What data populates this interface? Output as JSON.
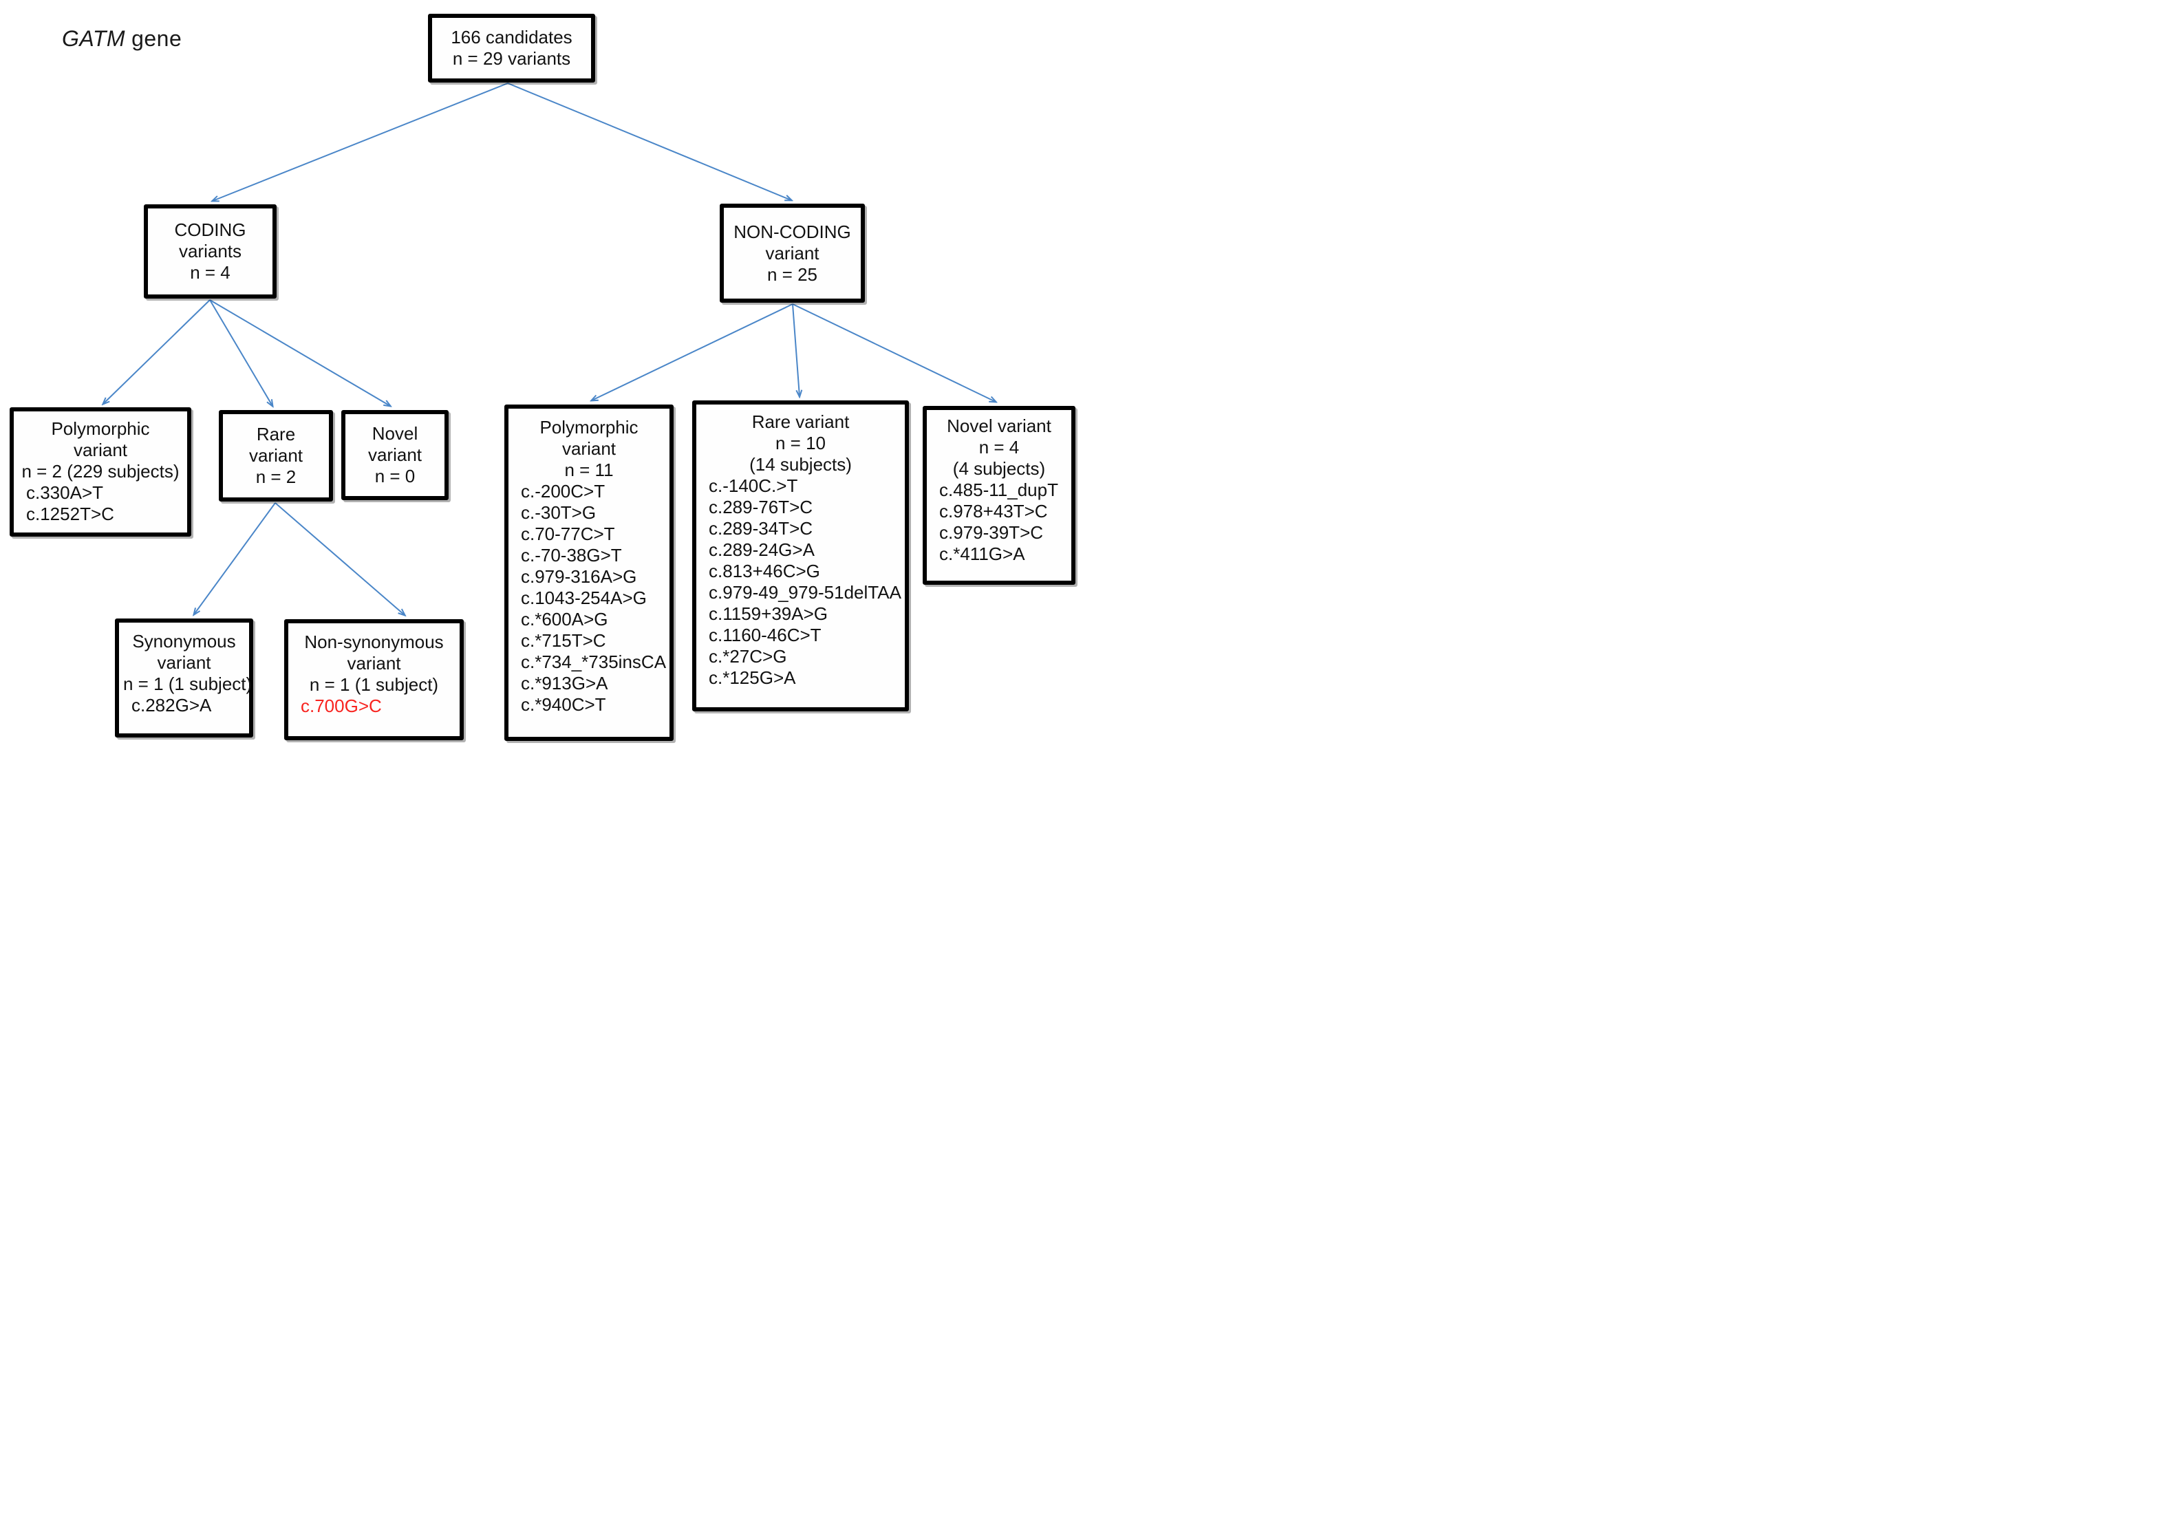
{
  "figure_title": {
    "gene_name": "GATM",
    "suffix": "gene"
  },
  "colors": {
    "arrow_blue": "#4a86c8",
    "highlight_red": "#f8231f",
    "box_border": "#000000",
    "background": "#ffffff"
  },
  "nodes": {
    "root": {
      "lines": [
        "166 candidates",
        "n = 29 variants"
      ]
    },
    "coding": {
      "lines": [
        "CODING",
        "variants",
        "n = 4"
      ]
    },
    "noncoding": {
      "lines": [
        "NON-CODING",
        "variant",
        "n = 25"
      ]
    },
    "poly_left": {
      "lines": [
        "Polymorphic",
        "variant",
        "n = 2 (229 subjects)"
      ],
      "variants": [
        "c.330A>T",
        "c.1252T>C"
      ]
    },
    "rare_left": {
      "lines": [
        "Rare",
        "variant",
        "n = 2"
      ]
    },
    "novel_left": {
      "lines": [
        "Novel",
        "variant",
        "n = 0"
      ]
    },
    "synonymous": {
      "lines": [
        "Synonymous",
        "variant",
        "n = 1 (1 subject)"
      ],
      "variants": [
        "c.282G>A"
      ]
    },
    "nonsynonymous": {
      "lines": [
        "Non-synonymous",
        "variant",
        "n = 1 (1 subject)"
      ],
      "highlight_variant": "c.700G>C"
    },
    "poly_right": {
      "lines": [
        "Polymorphic",
        "variant",
        "n = 11"
      ],
      "variants": [
        "c.-200C>T",
        "c.-30T>G",
        "c.70-77C>T",
        "c.-70-38G>T",
        "c.979-316A>G",
        "c.1043-254A>G",
        "c.*600A>G",
        "c.*715T>C",
        "c.*734_*735insCA",
        "c.*913G>A",
        "c.*940C>T"
      ]
    },
    "rare_right": {
      "lines": [
        "Rare variant",
        "n = 10",
        "(14 subjects)"
      ],
      "variants": [
        "c.-140C.>T",
        "c.289-76T>C",
        "c.289-34T>C",
        "c.289-24G>A",
        "c.813+46C>G",
        "c.979-49_979-51delTAA",
        "c.1159+39A>G",
        "c.1160-46C>T",
        "c.*27C>G",
        "c.*125G>A"
      ]
    },
    "novel_right": {
      "lines": [
        "Novel variant",
        "n = 4",
        "(4 subjects)"
      ],
      "variants": [
        "c.485-11_dupT",
        "c.978+43T>C",
        "c.979-39T>C",
        "c.*411G>A"
      ]
    }
  }
}
